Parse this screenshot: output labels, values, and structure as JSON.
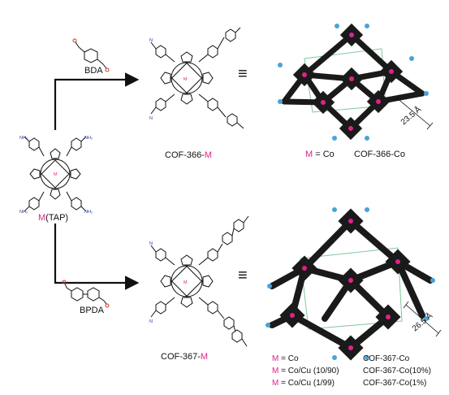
{
  "reagents": {
    "top": "BDA",
    "bottom": "BPDA"
  },
  "precursor": {
    "metal": "M",
    "ligand": "(TAP)"
  },
  "cof366": {
    "name_prefix": "COF-366-",
    "metal": "M",
    "equiv": "≡",
    "spacing": "23.5 Å",
    "legend": [
      {
        "metal": "M",
        "eq": " = Co",
        "product": "COF-366-Co"
      }
    ]
  },
  "cof367": {
    "name_prefix": "COF-367-",
    "metal": "M",
    "equiv": "≡",
    "spacing": "26.5 Å",
    "legend": [
      {
        "metal": "M",
        "eq": " = Co",
        "product": "COF-367-Co"
      },
      {
        "metal": "M",
        "eq": " = Co/Cu (10/90)",
        "product": "COF-367-Co(10%)"
      },
      {
        "metal": "M",
        "eq": " = Co/Cu (1/99)",
        "product": "COF-367-Co(1%)"
      }
    ]
  },
  "atom_labels": {
    "amine": "NH₂",
    "nitrogen": "N",
    "metal": "M"
  },
  "colors": {
    "metal_accent": "#e0218a",
    "amine_blue": "#2a3f9e",
    "framework_dark": "#1a1a1a",
    "terminal_blue": "#4aa3d8",
    "cell_green": "#7fc79a"
  }
}
